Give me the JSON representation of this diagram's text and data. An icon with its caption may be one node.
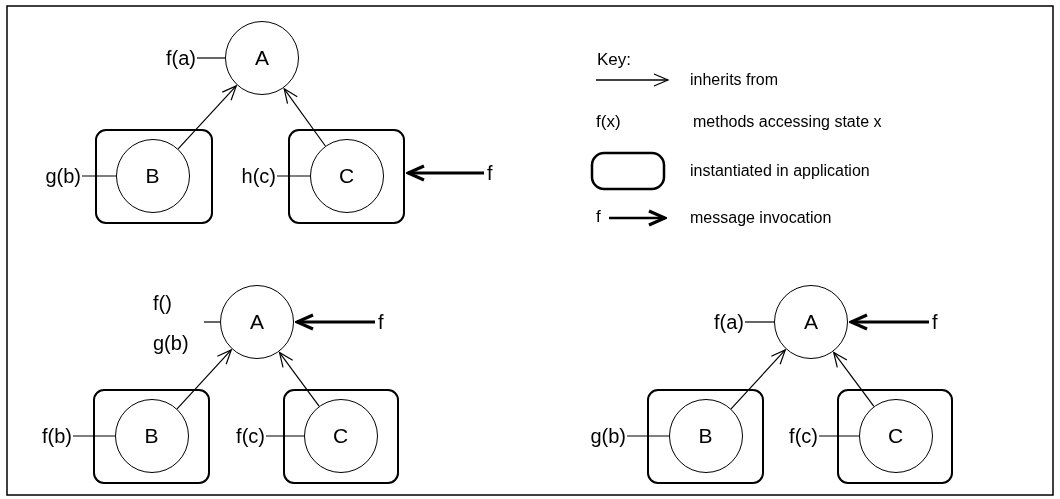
{
  "diagram": {
    "nodes": [
      {
        "text": [
          "A"
        ]
      },
      {
        "text": [],
        "shape": "box"
      },
      {
        "text": [
          "B"
        ],
        "in": 1
      },
      {
        "text": [],
        "shape": "box"
      },
      {
        "text": [
          "C"
        ],
        "in": 3
      },
      {
        "text": [
          "f(a)"
        ]
      },
      {
        "text": [
          "g(b)"
        ]
      },
      {
        "text": [
          "h(c)"
        ]
      },
      {
        "text": [
          "f"
        ]
      },
      {
        "text": [
          "A"
        ]
      },
      {
        "text": [],
        "shape": "box"
      },
      {
        "text": [
          "B"
        ],
        "in": 10
      },
      {
        "text": [],
        "shape": "box"
      },
      {
        "text": [
          "C"
        ],
        "in": 12
      },
      {
        "text": [
          "f()",
          "g(b)"
        ]
      },
      {
        "text": [
          "f(b)"
        ]
      },
      {
        "text": [
          "f(c)"
        ]
      },
      {
        "text": [
          "f"
        ]
      },
      {
        "text": [
          "A"
        ]
      },
      {
        "text": [],
        "shape": "box"
      },
      {
        "text": [
          "B"
        ],
        "in": 19
      },
      {
        "text": [],
        "shape": "box"
      },
      {
        "text": [
          "C"
        ],
        "in": 21
      },
      {
        "text": [
          "f(a)"
        ]
      },
      {
        "text": [
          "g(b)"
        ]
      },
      {
        "text": [
          "f(c)"
        ]
      },
      {
        "text": [
          "f"
        ]
      }
    ],
    "edges": [
      {
        "from": 2,
        "to": 0,
        "arrow": "to"
      },
      {
        "from": 4,
        "to": 0,
        "arrow": "to"
      },
      {
        "from": 5,
        "to": 0,
        "arrow": "none"
      },
      {
        "from": 6,
        "to": 2,
        "arrow": "none"
      },
      {
        "from": 7,
        "to": 4,
        "arrow": "none"
      },
      {
        "from": 8,
        "to": 3,
        "arrow": "to",
        "style": "thick"
      },
      {
        "from": 11,
        "to": 9,
        "arrow": "to"
      },
      {
        "from": 13,
        "to": 9,
        "arrow": "to"
      },
      {
        "from": 14,
        "to": 9,
        "arrow": "none"
      },
      {
        "from": 15,
        "to": 11,
        "arrow": "none"
      },
      {
        "from": 16,
        "to": 13,
        "arrow": "none"
      },
      {
        "from": 17,
        "to": 9,
        "arrow": "to",
        "style": "thick"
      },
      {
        "from": 20,
        "to": 18,
        "arrow": "to"
      },
      {
        "from": 22,
        "to": 18,
        "arrow": "to"
      },
      {
        "from": 23,
        "to": 18,
        "arrow": "none"
      },
      {
        "from": 24,
        "to": 20,
        "arrow": "none"
      },
      {
        "from": 25,
        "to": 22,
        "arrow": "none"
      },
      {
        "from": 26,
        "to": 18,
        "arrow": "to",
        "style": "thick"
      }
    ],
    "labels": [
      "Key:",
      "f(x)",
      "f"
    ],
    "legend": [
      {
        "text": "inherits from"
      },
      {
        "text": "methods accessing state x"
      },
      {
        "text": "instantiated in application"
      },
      {
        "text": "message invocation"
      }
    ]
  }
}
